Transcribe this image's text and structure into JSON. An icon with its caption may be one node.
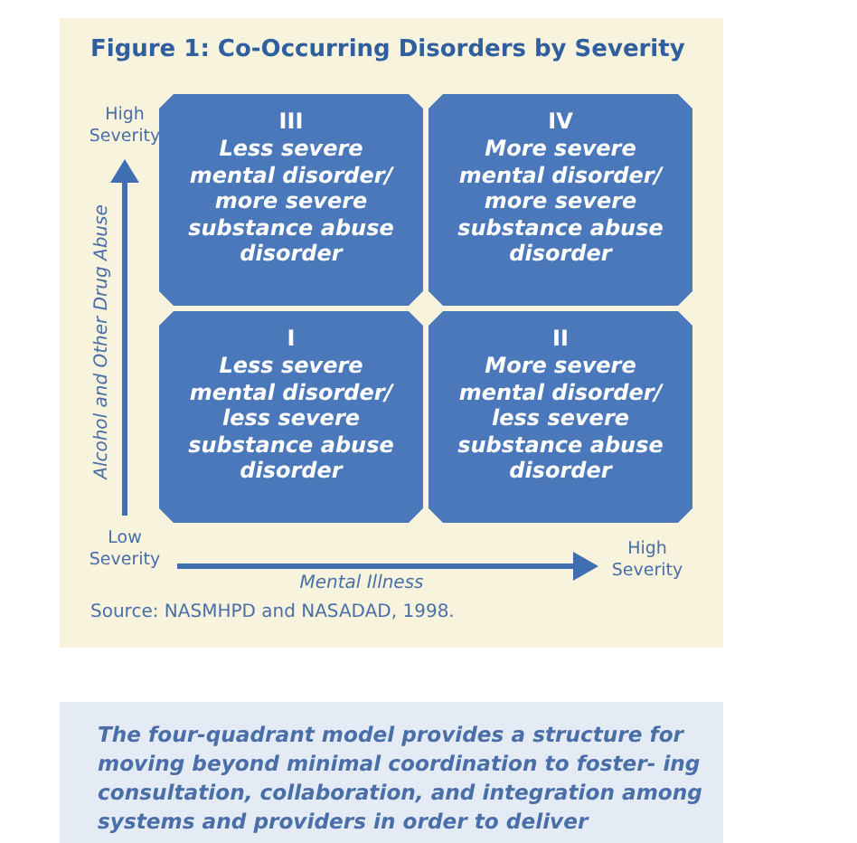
{
  "diagram": {
    "title": "Figure 1: Co-Occurring Disorders by Severity",
    "caption": "Source: NASMHPD and NASADAD, 1998.",
    "nodes": [
      {
        "text": [
          "III",
          "Less severe mental disorder/ more severe substance abuse disorder"
        ]
      },
      {
        "text": [
          "IV",
          "More severe mental disorder/ more severe substance abuse disorder"
        ]
      },
      {
        "text": [
          "I",
          "Less severe mental disorder/ less severe substance abuse disorder"
        ]
      },
      {
        "text": [
          "II",
          "More severe mental disorder/ less severe substance abuse disorder"
        ]
      }
    ],
    "labels": [
      "High Severity",
      "Alcohol and Other Drug Abuse",
      "Low Severity",
      "Mental Illness",
      "High Severity",
      "The four-quadrant model provides a structure for moving beyond minimal coordination to foster- ing consultation, collaboration, and integration among systems and providers in order to deliver"
    ]
  }
}
